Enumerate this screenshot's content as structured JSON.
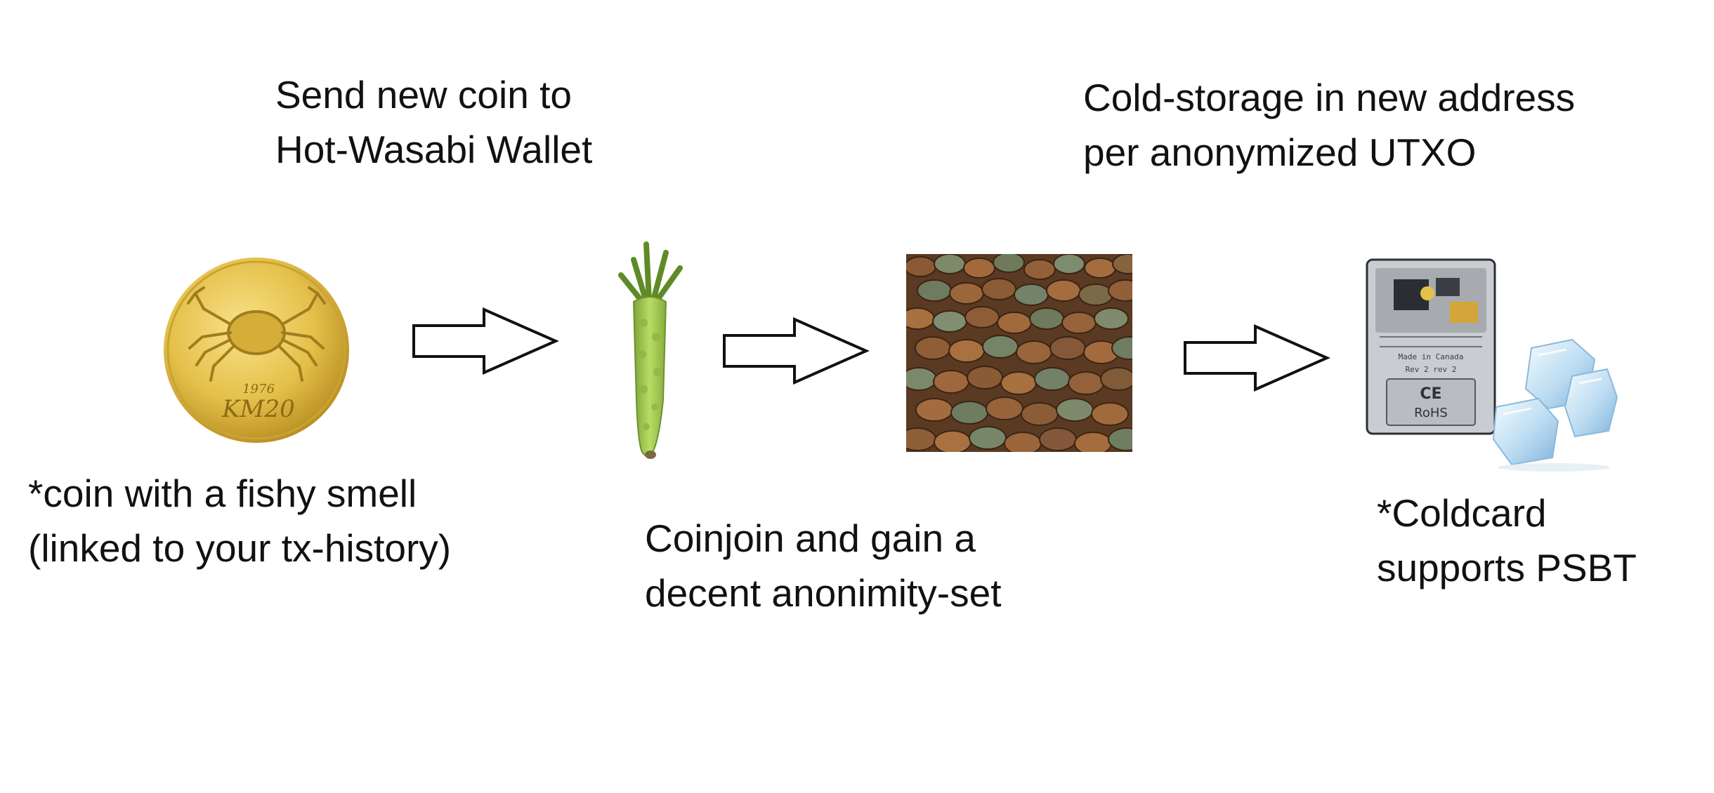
{
  "steps": [
    {
      "id": "fishy-coin",
      "caption": [
        "*coin with a fishy smell",
        "(linked to your tx-history)"
      ],
      "coin_mark": "KM20",
      "coin_year": "1976"
    },
    {
      "id": "hot-wasabi",
      "caption": [
        "Send new coin to",
        "Hot-Wasabi Wallet"
      ]
    },
    {
      "id": "coinjoin",
      "caption": [
        "Coinjoin and gain a",
        "decent anonimity-set"
      ]
    },
    {
      "id": "cold-storage",
      "caption_top": [
        "Cold-storage in new address",
        "per anonymized UTXO"
      ],
      "caption_bottom": [
        "*Coldcard",
        "supports PSBT"
      ],
      "card_text": {
        "origin": "Made in Canada",
        "rev": "Rev 2  rev 2",
        "ce": "CE",
        "rohs": "RoHS"
      }
    }
  ],
  "icons": [
    "crab-coin-icon",
    "wasabi-root-icon",
    "coin-pile-icon",
    "coldcard-device-icon",
    "ice-cubes-icon",
    "arrow-right-icon"
  ],
  "colors": {
    "gold": "#e5c04a",
    "wasabi_green": "#a9cf55",
    "copper": "#8a5a34",
    "ice": "#cfe6f6",
    "arrow_stroke": "#111111"
  }
}
